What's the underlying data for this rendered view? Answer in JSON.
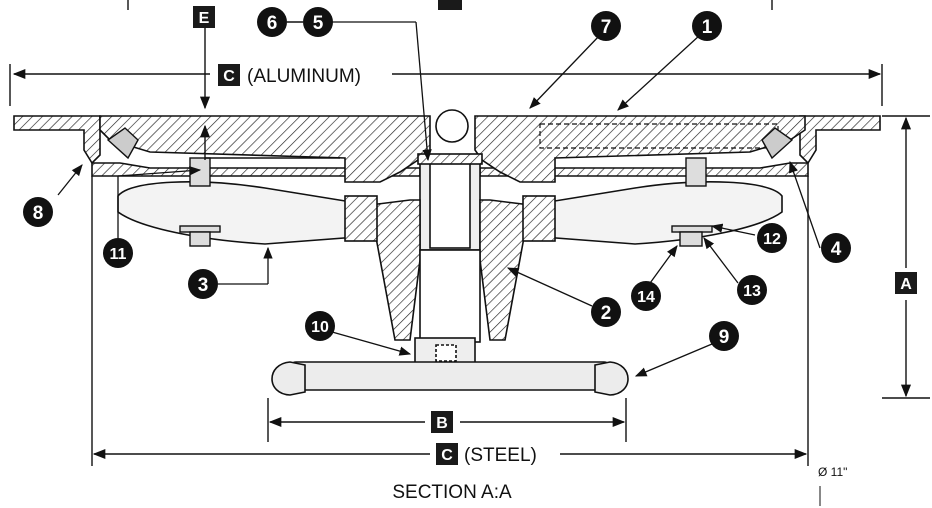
{
  "caption": "SECTION A:A",
  "dimensions": {
    "a_letter": "A",
    "b_letter": "B",
    "c_letter": "C",
    "c_aluminum_text": "(ALUMINUM)",
    "c_steel_text": "(STEEL)",
    "e_letter": "E"
  },
  "corner_note": "Ø 11\"",
  "callouts": [
    "1",
    "2",
    "3",
    "4",
    "5",
    "6",
    "7",
    "8",
    "9",
    "10",
    "11",
    "12",
    "13",
    "14"
  ],
  "colors": {
    "line": "#111111",
    "label_box": "#1a1a1a",
    "hatch": "#222222"
  }
}
